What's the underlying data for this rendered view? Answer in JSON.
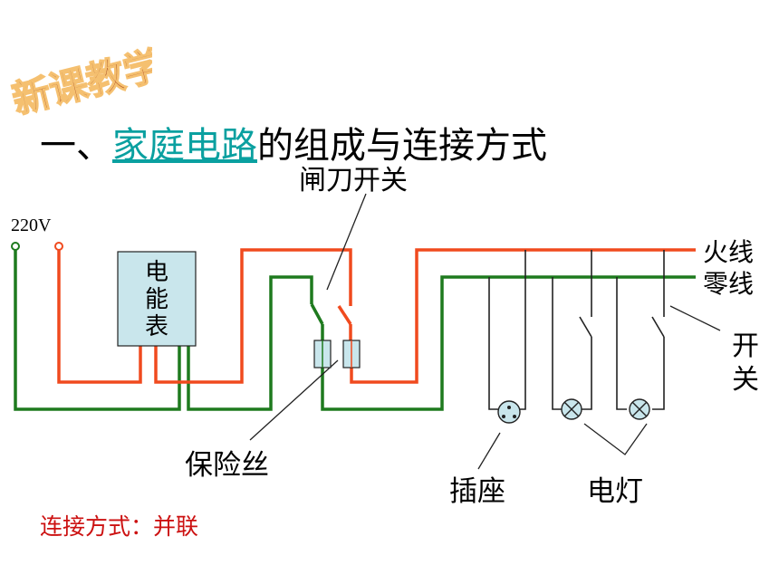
{
  "badge_text": "新课教学",
  "title": {
    "prefix": "一、",
    "link": "家庭电路",
    "suffix": "的组成与连接方式"
  },
  "labels": {
    "voltage": "220V",
    "meter": [
      "电",
      "能",
      "表"
    ],
    "knife_switch": "闸刀开关",
    "live_wire": "火线",
    "neutral_wire": "零线",
    "switch": [
      "开",
      "关"
    ],
    "fuse": "保险丝",
    "socket": "插座",
    "lamp": "电灯"
  },
  "connection": "连接方式：并联",
  "colors": {
    "live": "#f04a1e",
    "neutral": "#1e7a1e",
    "link": "#0aa0a0",
    "connection_text": "#cc1111",
    "meter_fill": "#c9e6ec",
    "fuse_fill": "#c9e6ec",
    "badge": "#9a2a10"
  }
}
